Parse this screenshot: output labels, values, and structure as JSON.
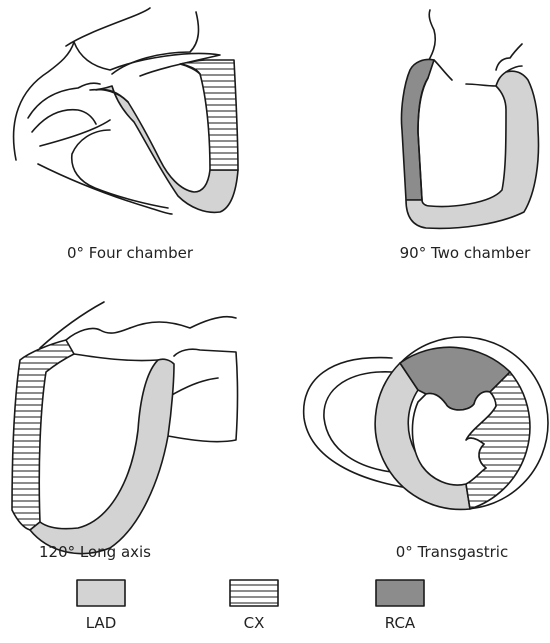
{
  "views": [
    {
      "id": "four-chamber",
      "label": "0° Four chamber"
    },
    {
      "id": "two-chamber",
      "label": "90° Two chamber"
    },
    {
      "id": "long-axis",
      "label": "120° Long axis"
    },
    {
      "id": "transgastric",
      "label": "0° Transgastric"
    }
  ],
  "legend": [
    {
      "key": "lad",
      "label": "LAD",
      "pattern": "solid",
      "color": "#d3d3d3"
    },
    {
      "key": "cx",
      "label": "CX",
      "pattern": "horizontal-lines",
      "color": "#ffffff"
    },
    {
      "key": "rca",
      "label": "RCA",
      "pattern": "solid",
      "color": "#8c8c8c"
    }
  ],
  "colors": {
    "stroke": "#1a1a1a",
    "lad": "#d3d3d3",
    "rca": "#8c8c8c",
    "background": "#ffffff"
  }
}
